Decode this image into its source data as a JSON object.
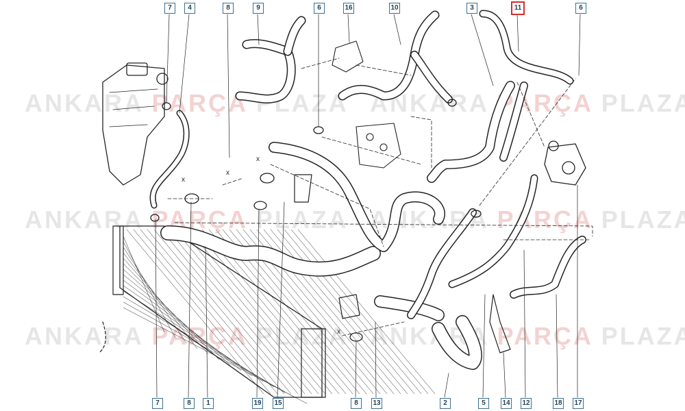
{
  "watermark": {
    "brand_a": "ANKARA",
    "brand_b": "PARÇA",
    "brand_c": "PLAZA"
  },
  "callouts": {
    "top": [
      "7",
      "4",
      "8",
      "9",
      "6",
      "16",
      "10",
      "3",
      "11",
      "6"
    ],
    "bottom": [
      "7",
      "8",
      "1",
      "19",
      "15",
      "8",
      "13",
      "2",
      "5",
      "14",
      "12",
      "18",
      "17"
    ],
    "highlighted": "11"
  },
  "dimension_marks": [
    "x",
    "x",
    "x",
    "x"
  ],
  "colors": {
    "line": "#222222",
    "callout_border": "#3a6f8f",
    "highlight": "#d62b2b",
    "watermark": "#e6e6e6"
  }
}
